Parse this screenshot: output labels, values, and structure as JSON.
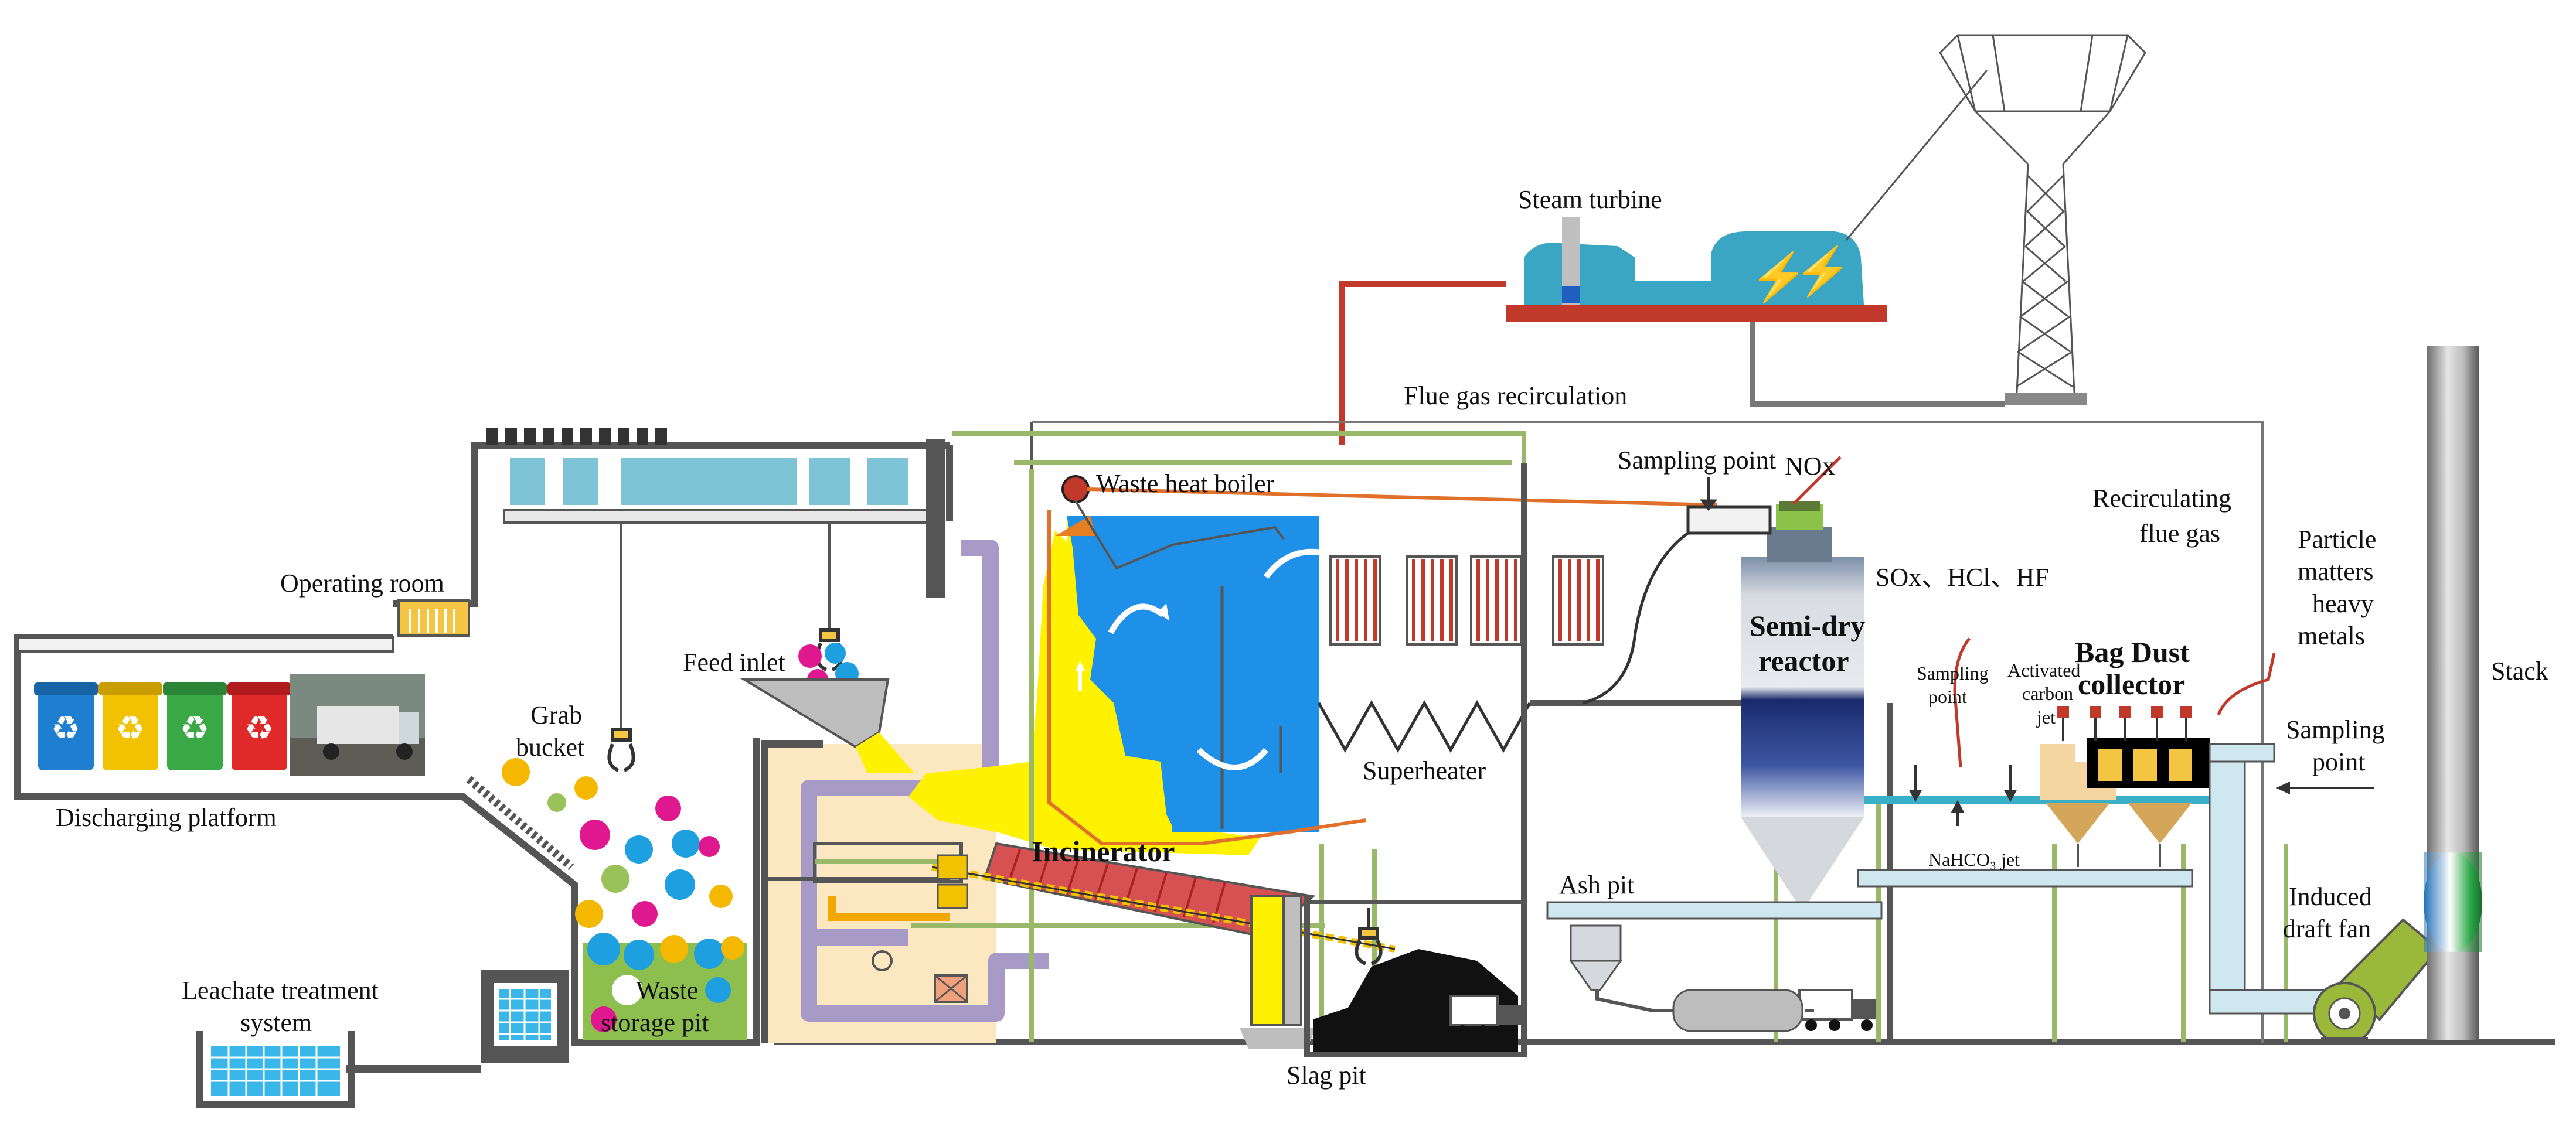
{
  "labels": {
    "steam_turbine": "Steam turbine",
    "flue_gas_recirculation": "Flue gas recirculation",
    "sampling_point_top": "Sampling point",
    "nox": "NOx",
    "waste_heat_boiler": "Waste heat boiler",
    "recirculating_flue_gas_1": "Recirculating",
    "recirculating_flue_gas_2": "flue gas",
    "particle_1": "Particle",
    "particle_2": "matters",
    "particle_3": "heavy",
    "particle_4": "metals",
    "sox_hcl_hf": "SOx、HCl、HF",
    "operating_room": "Operating room",
    "feed_inlet": "Feed inlet",
    "semi_dry_1": "Semi-dry",
    "semi_dry_2": "reactor",
    "bag_dust_1": "Bag Dust",
    "bag_dust_2": "collector",
    "stack": "Stack",
    "sampling_point_left_1": "Sampling",
    "sampling_point_left_2": "point",
    "activated_carbon_1": "Activated",
    "activated_carbon_2": "carbon",
    "activated_carbon_3": "jet",
    "sampling_point_right_1": "Sampling",
    "sampling_point_right_2": "point",
    "grab_bucket_1": "Grab",
    "grab_bucket_2": "bucket",
    "superheater": "Superheater",
    "discharging_platform": "Discharging platform",
    "incinerator": "Incinerator",
    "nahco3_jet": "NaHCO₃ jet",
    "ash_pit": "Ash pit",
    "induced_draft_1": "Induced",
    "induced_draft_2": "draft fan",
    "leachate_1": "Leachate treatment",
    "leachate_2": "system",
    "waste_storage_1": "Waste",
    "waste_storage_2": "storage pit",
    "slag_pit": "Slag pit"
  },
  "colors": {
    "boiler_blue": "#1e90e8",
    "flame_yellow": "#fff200",
    "duct_purple": "#a89ac6",
    "pipe_red": "#c0392b",
    "turbine_teal": "#3aa6c4",
    "green_line": "#9ab86a",
    "bin_blue": "#1e7fd0",
    "bin_yellow": "#f2c200",
    "bin_green": "#3aa845",
    "bin_red": "#e02a2a"
  },
  "icons": [
    "recycle-icon",
    "truck-icon",
    "grab-claw-icon",
    "transmission-tower-icon",
    "lightning-icon"
  ]
}
